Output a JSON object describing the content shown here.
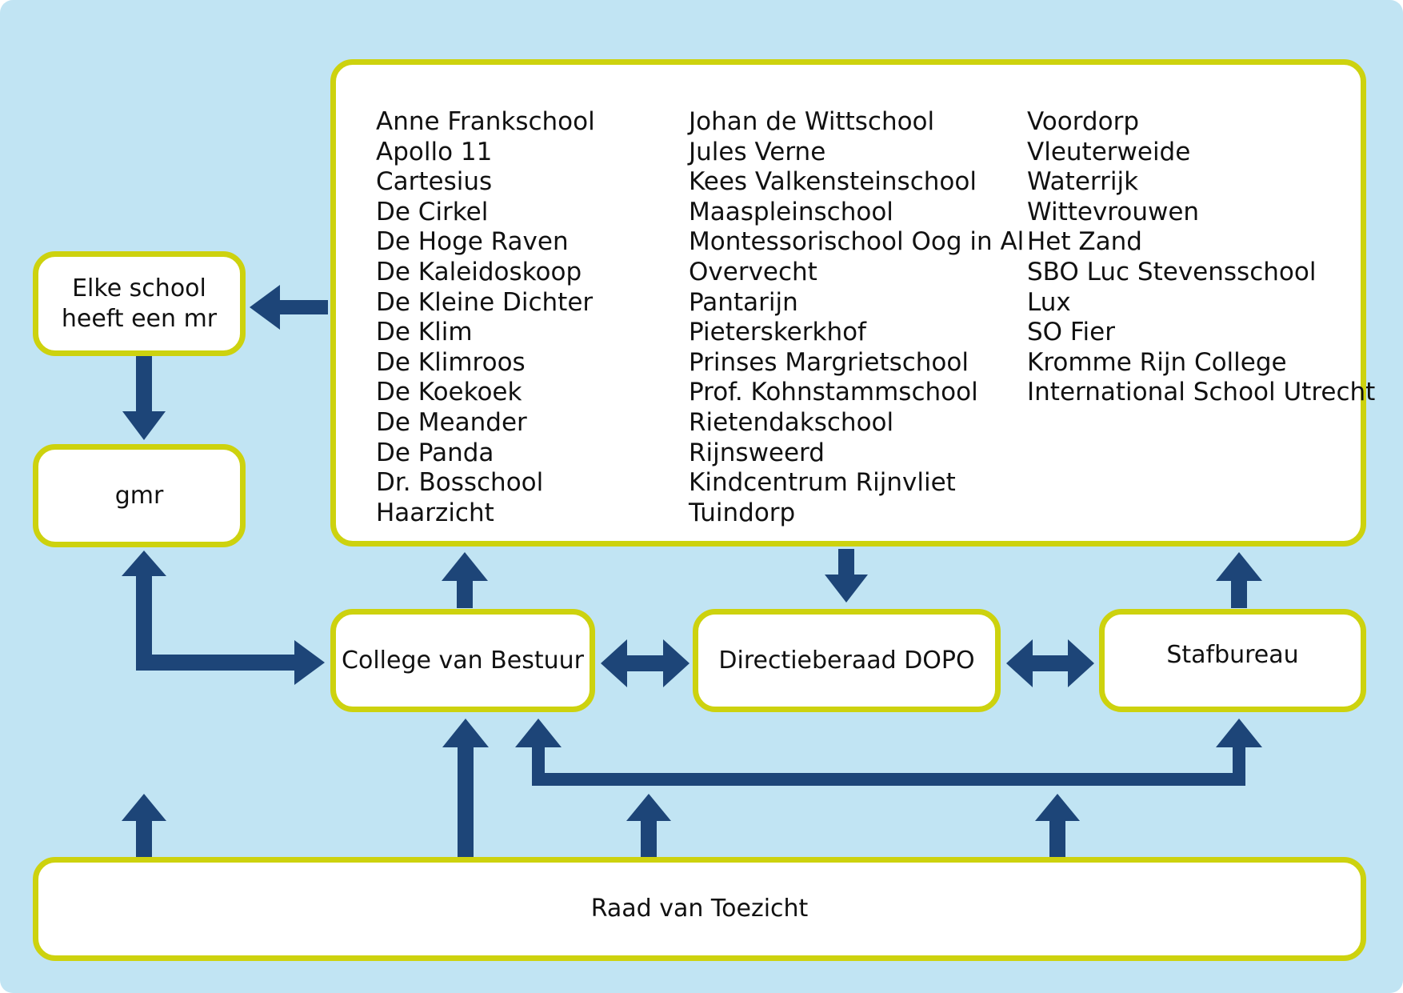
{
  "colors": {
    "background": "#c1e4f3",
    "box_border": "#cdd20e",
    "box_fill": "#ffffff",
    "arrow": "#1d4578"
  },
  "schools": {
    "column_1": [
      "Anne Frankschool",
      "Apollo 11",
      "Cartesius",
      "De Cirkel",
      "De Hoge Raven",
      "De Kaleidoskoop",
      "De Kleine Dichter",
      "De Klim",
      "De Klimroos",
      "De Koekoek",
      "De Meander",
      "De Panda",
      "Dr. Bosschool",
      "Haarzicht"
    ],
    "column_2": [
      "Johan de Wittschool",
      "Jules Verne",
      "Kees Valkensteinschool",
      "Maaspleinschool",
      "Montessorischool Oog in Al",
      "Overvecht",
      "Pantarijn",
      "Pieterskerkhof",
      "Prinses Margrietschool",
      "Prof. Kohnstammschool",
      "Rietendakschool",
      "Rijnsweerd",
      "Kindcentrum Rijnvliet",
      "Tuindorp"
    ],
    "column_3": [
      "Voordorp",
      "Vleuterweide",
      "Waterrijk",
      "Wittevrouwen",
      "Het Zand",
      "SBO Luc Stevensschool",
      "Lux",
      "SO Fier",
      "Kromme Rijn College",
      "International School Utrecht"
    ]
  },
  "nodes": {
    "mr": {
      "line_1": "Elke school",
      "line_2": "heeft een mr"
    },
    "gmr": "gmr",
    "college": "College van Bestuur",
    "dopo": "Directieberaad DOPO",
    "stafbureau": "Stafbureau",
    "raad": "Raad van Toezicht"
  }
}
